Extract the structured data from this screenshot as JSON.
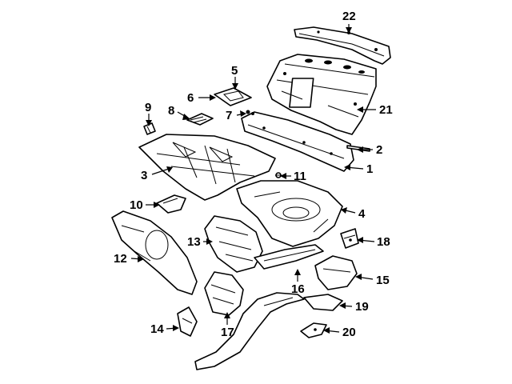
{
  "callouts": {
    "c1": "1",
    "c2": "2",
    "c3": "3",
    "c4": "4",
    "c5": "5",
    "c6": "6",
    "c7": "7",
    "c8": "8",
    "c9": "9",
    "c10": "10",
    "c11": "11",
    "c12": "12",
    "c13": "13",
    "c14": "14",
    "c15": "15",
    "c16": "16",
    "c17": "17",
    "c18": "18",
    "c19": "19",
    "c20": "20",
    "c21": "21",
    "c22": "22"
  },
  "colors": {
    "ink": "#000000",
    "background": "#ffffff"
  }
}
